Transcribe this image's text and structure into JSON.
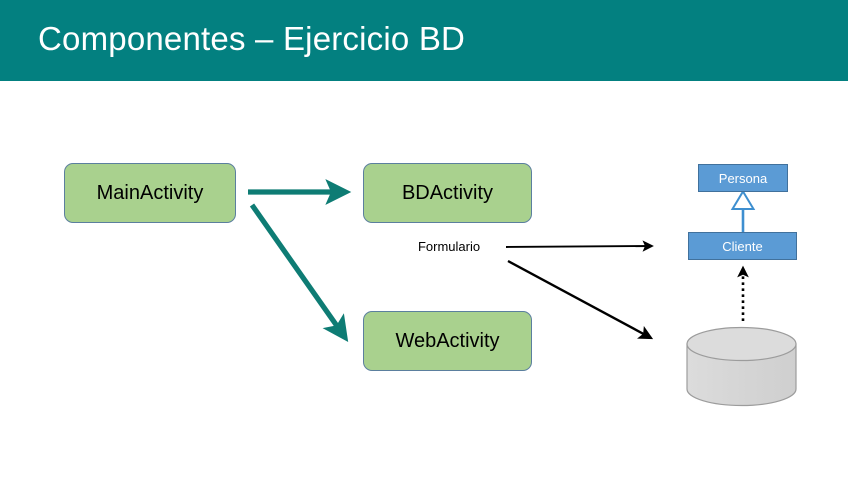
{
  "slide": {
    "title": "Componentes – Ejercicio BD",
    "background_color": "#FFFFFF"
  },
  "header": {
    "band_color": "#038080",
    "title_color": "#FFFFFF"
  },
  "palette": {
    "teal": "#038080",
    "green_fill": "#A9D18E",
    "green_border": "#5B7F9E",
    "blue_fill": "#5B9BD5",
    "blue_border": "#41719C",
    "arrow_teal": "#0E7C74",
    "arrow_black": "#000000",
    "cylinder_fill": "#D9D9D9",
    "cylinder_border": "#9C9C9C"
  },
  "diagram": {
    "activities": [
      {
        "id": "mainactivity",
        "label": "MainActivity"
      },
      {
        "id": "bdactivity",
        "label": "BDActivity"
      },
      {
        "id": "webactivity",
        "label": "WebActivity"
      }
    ],
    "labels": {
      "formulario": "Formulario"
    },
    "uml_classes": [
      {
        "id": "persona",
        "label": "Persona"
      },
      {
        "id": "cliente",
        "label": "Cliente"
      }
    ],
    "database": {
      "shape": "cylinder",
      "label": ""
    },
    "connectors": [
      {
        "id": "main-to-bd",
        "from": "MainActivity",
        "to": "BDActivity",
        "style": "solid",
        "color": "#0E7C74",
        "arrowhead": "filled"
      },
      {
        "id": "main-to-web",
        "from": "MainActivity",
        "to": "WebActivity",
        "style": "solid",
        "color": "#0E7C74",
        "arrowhead": "filled"
      },
      {
        "id": "formulario-to-cliente",
        "from": "Formulario",
        "to": "Cliente",
        "style": "solid",
        "color": "#000000",
        "arrowhead": "filled"
      },
      {
        "id": "formulario-to-database",
        "from": "Formulario",
        "to": "Database",
        "style": "solid",
        "color": "#000000",
        "arrowhead": "filled"
      },
      {
        "id": "cliente-inherits-persona",
        "from": "Cliente",
        "to": "Persona",
        "style": "solid",
        "color": "#5B9BD5",
        "arrowhead": "hollow-triangle"
      },
      {
        "id": "database-to-cliente",
        "from": "Database",
        "to": "Cliente",
        "style": "dotted",
        "color": "#000000",
        "arrowhead": "filled"
      }
    ]
  }
}
